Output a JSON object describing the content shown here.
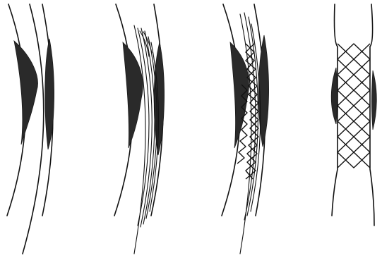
{
  "figure": {
    "panel_count": 4,
    "panels": [
      {
        "id": "narrowed-artery",
        "items": [
          "vessel-wall",
          "atherosclerotic-plaque"
        ]
      },
      {
        "id": "guidewire-balloon-catheter",
        "items": [
          "vessel-wall",
          "atherosclerotic-plaque",
          "catheter"
        ]
      },
      {
        "id": "collapsed-stent-on-catheter",
        "items": [
          "vessel-wall",
          "atherosclerotic-plaque",
          "catheter",
          "stent"
        ]
      },
      {
        "id": "expanded-stent",
        "items": [
          "vessel-wall",
          "compressed-plaque",
          "stent"
        ]
      }
    ],
    "colors": {
      "ink": "#111111",
      "plaque": "#2a2a2a",
      "background": "#ffffff"
    }
  }
}
